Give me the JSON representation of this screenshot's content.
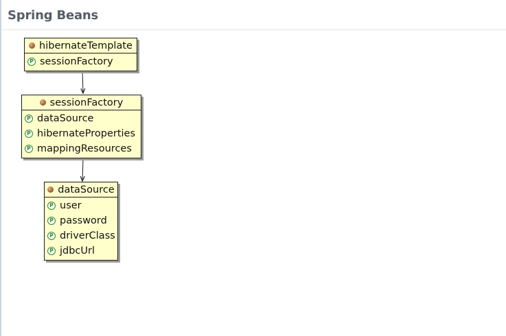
{
  "header": {
    "title": "Spring Beans"
  },
  "beans": {
    "hibernate_template": {
      "name": "hibernateTemplate",
      "properties": [
        "sessionFactory"
      ]
    },
    "session_factory": {
      "name": "sessionFactory",
      "properties": [
        "dataSource",
        "hibernateProperties",
        "mappingResources"
      ]
    },
    "data_source": {
      "name": "dataSource",
      "properties": [
        "user",
        "password",
        "driverClass",
        "jdbcUrl"
      ]
    }
  },
  "icons": {
    "bean_icon": "bean-icon",
    "property_icon": "property-icon",
    "property_icon_letter": "P"
  },
  "colors": {
    "bean_fill": "#ffffcc",
    "bean_border": "#1c1c1c",
    "shadow": "#9c9c9c",
    "title_text": "#555d66"
  }
}
